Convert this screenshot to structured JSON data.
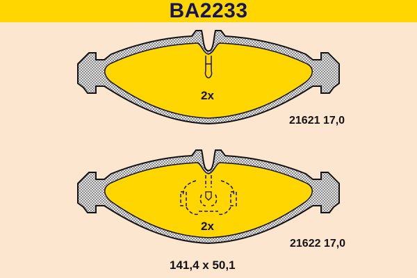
{
  "header": {
    "title": "BA2233",
    "background": "#ffd600",
    "title_color": "#14145a"
  },
  "colors": {
    "background": "#fde6cf",
    "friction": "#ffd600",
    "backing_plate": "#c8c8c8",
    "outline": "#111111"
  },
  "pads": [
    {
      "quantity": "2x",
      "part_number_thickness": "21621 17,0",
      "has_sensor_clip": false
    },
    {
      "quantity": "2x",
      "part_number_thickness": "21622 17,0",
      "has_sensor_clip": true
    }
  ],
  "dimensions": "141,4 x 50,1"
}
